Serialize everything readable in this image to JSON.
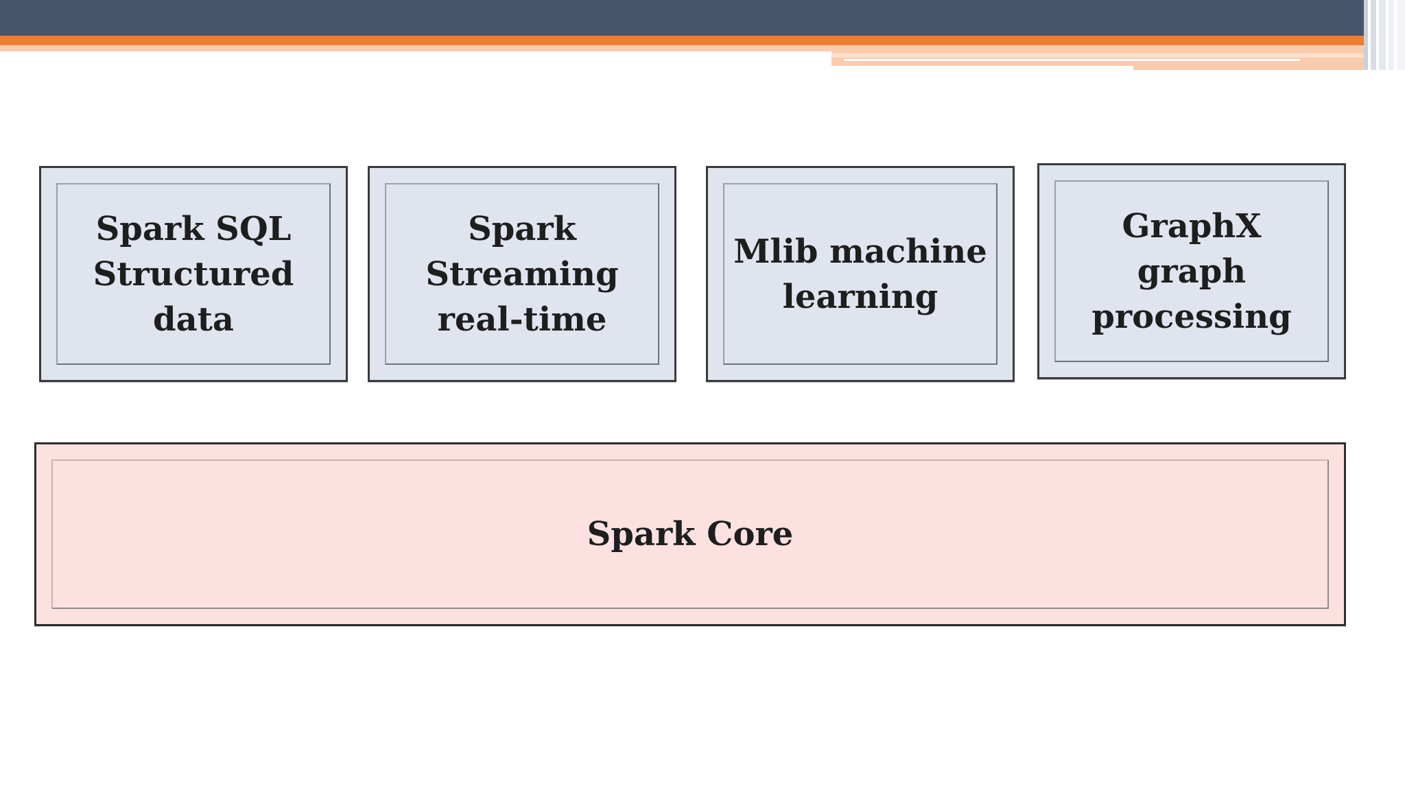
{
  "header": {
    "colors": {
      "dark_bar": "#44546a",
      "accent": "#ed7d31",
      "accent_light": "#f8cbad"
    }
  },
  "diagram": {
    "modules": [
      {
        "label": "Spark SQL\nStructured data",
        "fill": "#dfe4ee"
      },
      {
        "label": "Spark\nStreaming\nreal-time",
        "fill": "#dfe4ee"
      },
      {
        "label": "Mlib machine\nlearning",
        "fill": "#dfe4ee"
      },
      {
        "label": "GraphX\ngraph\nprocessing",
        "fill": "#dfe4ee"
      }
    ],
    "core": {
      "label": "Spark Core",
      "fill": "#fde1e1"
    }
  }
}
